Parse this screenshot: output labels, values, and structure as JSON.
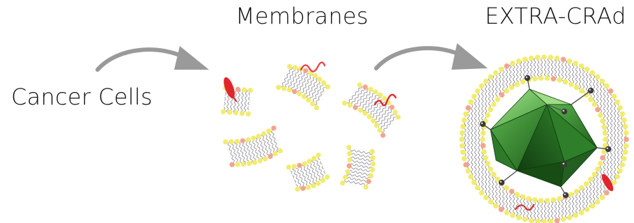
{
  "labels": {
    "cancer_cells": "Cancer Cells",
    "membranes": "Membranes",
    "extra_crad": "EXTRA-CRAd"
  },
  "colors": {
    "lipid_head_yellow": "#f1ec6e",
    "lipid_head_pink": "#f3a48e",
    "lipid_tail": "#8d8a92",
    "receptor_red": "#e0262b",
    "wavy_red": "#e0262b",
    "arrow_gray": "#9a9a9a",
    "capsid_green_dark": "#1f6e1c",
    "capsid_green_light": "#7fd06a",
    "fiber_knob": "#3a3a3a"
  },
  "icons": [
    "curved-arrow-icon",
    "membrane-fragment-icon",
    "receptor-protein-icon",
    "virus-capsid-icon"
  ]
}
